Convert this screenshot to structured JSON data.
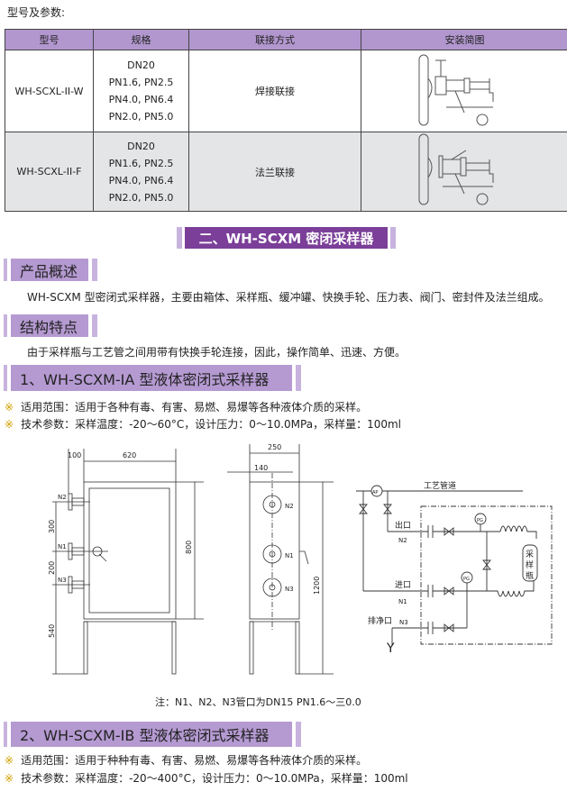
{
  "intro_label": "型号及参数:",
  "table": {
    "headers": [
      "型号",
      "规格",
      "联接方式",
      "安装简图"
    ],
    "rows": [
      {
        "model": "WH-SCXL-II-W",
        "spec": [
          "DN20",
          "PN1.6, PN2.5",
          "PN4.0, PN6.4",
          "PN2.0, PN5.0"
        ],
        "connection": "焊接联接"
      },
      {
        "model": "WH-SCXL-II-F",
        "spec": [
          "DN20",
          "PN1.6, PN2.5",
          "PN4.0, PN6.4",
          "PN2.0, PN5.0"
        ],
        "connection": "法兰联接"
      }
    ]
  },
  "section_title": "二、WH-SCXM  密闭采样器",
  "overview": {
    "heading": "产品概述",
    "text": "WH-SCXM 型密闭式采样器，主要由箱体、采样瓶、缓冲罐、快换手轮、压力表、阀门、密封件及法兰组成。"
  },
  "features": {
    "heading": "结构特点",
    "text": "由于采样瓶与工艺管之间用带有快换手轮连接，因此，操作简单、迅速、方便。"
  },
  "model_ia": {
    "heading": "1、WH-SCXM-IA 型液体密闭式采样器",
    "bullets": [
      "适用范围：适用于各种有毒、有害、易燃、易爆等各种液体介质的采样。",
      "技术参数：采样温度：-20～60°C，设计压力：0～10.0MPa，采样量：100ml"
    ]
  },
  "drawing": {
    "dims": [
      "100",
      "620",
      "800",
      "300",
      "200",
      "540",
      "250",
      "140",
      "1200"
    ],
    "ports": [
      "N2",
      "N1",
      "N3"
    ]
  },
  "schematic": {
    "pipe": "工艺管道",
    "ap": "AP",
    "pg": "PG",
    "outlet": "出口",
    "inlet": "进口",
    "drain": "排净口",
    "bottle": [
      "采",
      "样",
      "瓶"
    ],
    "y": "Y",
    "n2": "N2",
    "n1": "N1",
    "n3": "N3"
  },
  "note": "注：N1、N2、N3管口为DN15 PN1.6～三0.0",
  "model_ib": {
    "heading": "2、WH-SCXM-IB 型液体密闭式采样器",
    "bullets": [
      "适用范围：适用于种种有毒、有害、易燃、易爆等各种液体介质的采样。",
      "技术参数：采样温度：-20～400°C，设计压力：0～10.0MPa，采样量：100ml"
    ]
  },
  "bullet_symbol": "※",
  "colors": {
    "header": "#b297cf",
    "banner_dark": "#7b3f99",
    "banner_light": "#b59ad2",
    "row_alt": "#e3e5e7"
  }
}
